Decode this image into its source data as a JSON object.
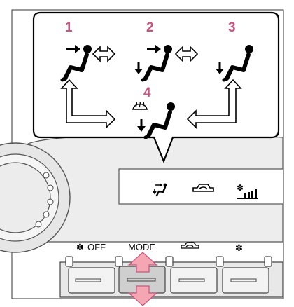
{
  "modes": [
    {
      "number": "1",
      "icon": "face-vent-icon"
    },
    {
      "number": "2",
      "icon": "face-and-feet-vent-icon"
    },
    {
      "number": "3",
      "icon": "feet-vent-icon"
    },
    {
      "number": "4",
      "icon": "feet-and-windshield-defrost-icon"
    }
  ],
  "display": {
    "icons": [
      "face-and-feet-vent-icon",
      "recirculation-icon",
      "fan-speed-icon"
    ]
  },
  "panel": {
    "fan_off_label": "OFF",
    "mode_label": "MODE",
    "icons": [
      "fan-icon",
      "recirculation-icon",
      "fan-icon"
    ]
  },
  "colors": {
    "number_accent": "#c8567f",
    "arrow_fill": "#f4a6b3",
    "arrow_stroke": "#c8567f",
    "panel_gray": "#ededed"
  }
}
